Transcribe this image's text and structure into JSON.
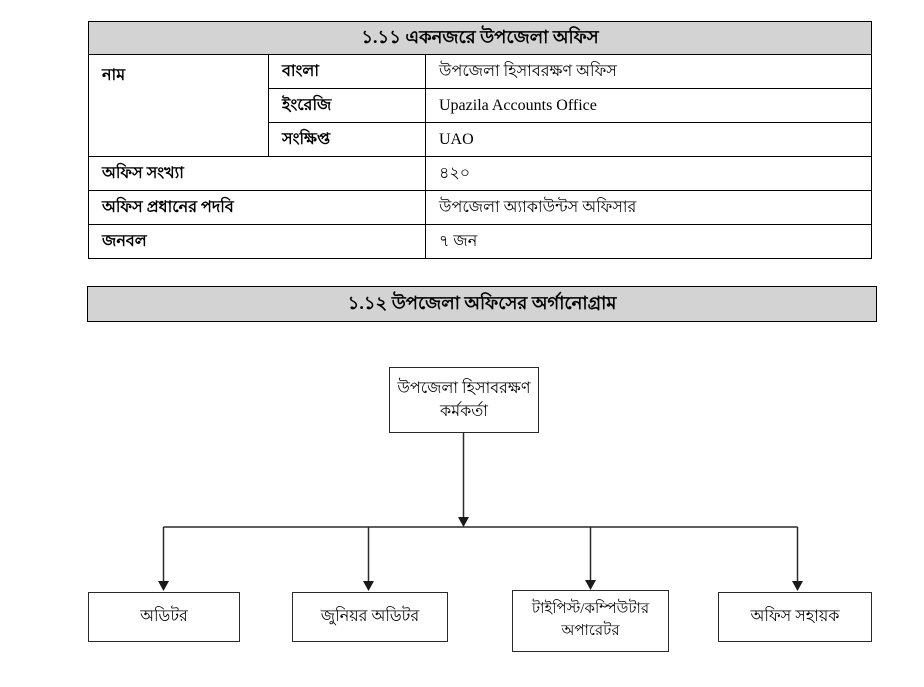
{
  "colors": {
    "header_bg": "#d3d3d3",
    "border": "#000000",
    "text": "#000000"
  },
  "section1": {
    "title": "১.১১ একনজরে উপজেলা অফিস",
    "table": {
      "name_label": "নাম",
      "name_rows": [
        {
          "label": "বাংলা",
          "value": "উপজেলা হিসাবরক্ষণ অফিস"
        },
        {
          "label": "ইংরেজি",
          "value": "Upazila Accounts Office"
        },
        {
          "label": "সংক্ষিপ্ত",
          "value": "UAO"
        }
      ],
      "rows": [
        {
          "label": "অফিস সংখ্যা",
          "value": "৪২০"
        },
        {
          "label": "অফিস প্রধানের পদবি",
          "value": "উপজেলা অ্যাকাউন্টস অফিসার"
        },
        {
          "label": "জনবল",
          "value": "৭ জন"
        }
      ]
    }
  },
  "section2": {
    "title": "১.১২ উপজেলা অফিসের অর্গানোগ্রাম",
    "org": {
      "root": "উপজেলা হিসাবরক্ষণ কর্মকর্তা",
      "children": [
        "অডিটর",
        "জুনিয়র অডিটর",
        "টাইপিস্ট/কম্পিউটার অপারেটর",
        "অফিস সহায়ক"
      ]
    }
  }
}
